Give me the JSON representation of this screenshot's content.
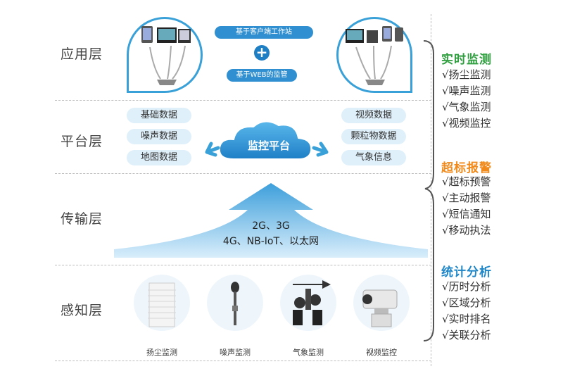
{
  "layers": {
    "app": "应用层",
    "platform": "平台层",
    "transport": "传输层",
    "perception": "感知层"
  },
  "app": {
    "client_label": "基于客户端工作站",
    "plus": "+",
    "web_label": "基于WEB的监管"
  },
  "platform": {
    "left_items": [
      "基础数据",
      "噪声数据",
      "地图数据"
    ],
    "right_items": [
      "视频数据",
      "颗粒物数据",
      "气象信息"
    ],
    "cloud_label": "监控平台"
  },
  "transport": {
    "line1": "2G、3G",
    "line2": "4G、NB-IoT、以太网"
  },
  "sensors": [
    "扬尘监测",
    "噪声监测",
    "气象监测",
    "视频监控"
  ],
  "right_panel": {
    "groups": [
      {
        "title": "实时监测",
        "color": "#2e9e3e",
        "items": [
          "√扬尘监测",
          "√噪声监测",
          "√气象监测",
          "√视频监控"
        ]
      },
      {
        "title": "超标报警",
        "color": "#f08a1c",
        "items": [
          "√超标预警",
          "√主动报警",
          "√短信通知",
          "√移动执法"
        ]
      },
      {
        "title": "统计分析",
        "color": "#1f86c8",
        "items": [
          "√历时分析",
          "√区域分析",
          "√实时排名",
          "√关联分析"
        ]
      }
    ]
  },
  "colors": {
    "accent": "#2f8fd0",
    "arrow": "#4aa8e0"
  }
}
